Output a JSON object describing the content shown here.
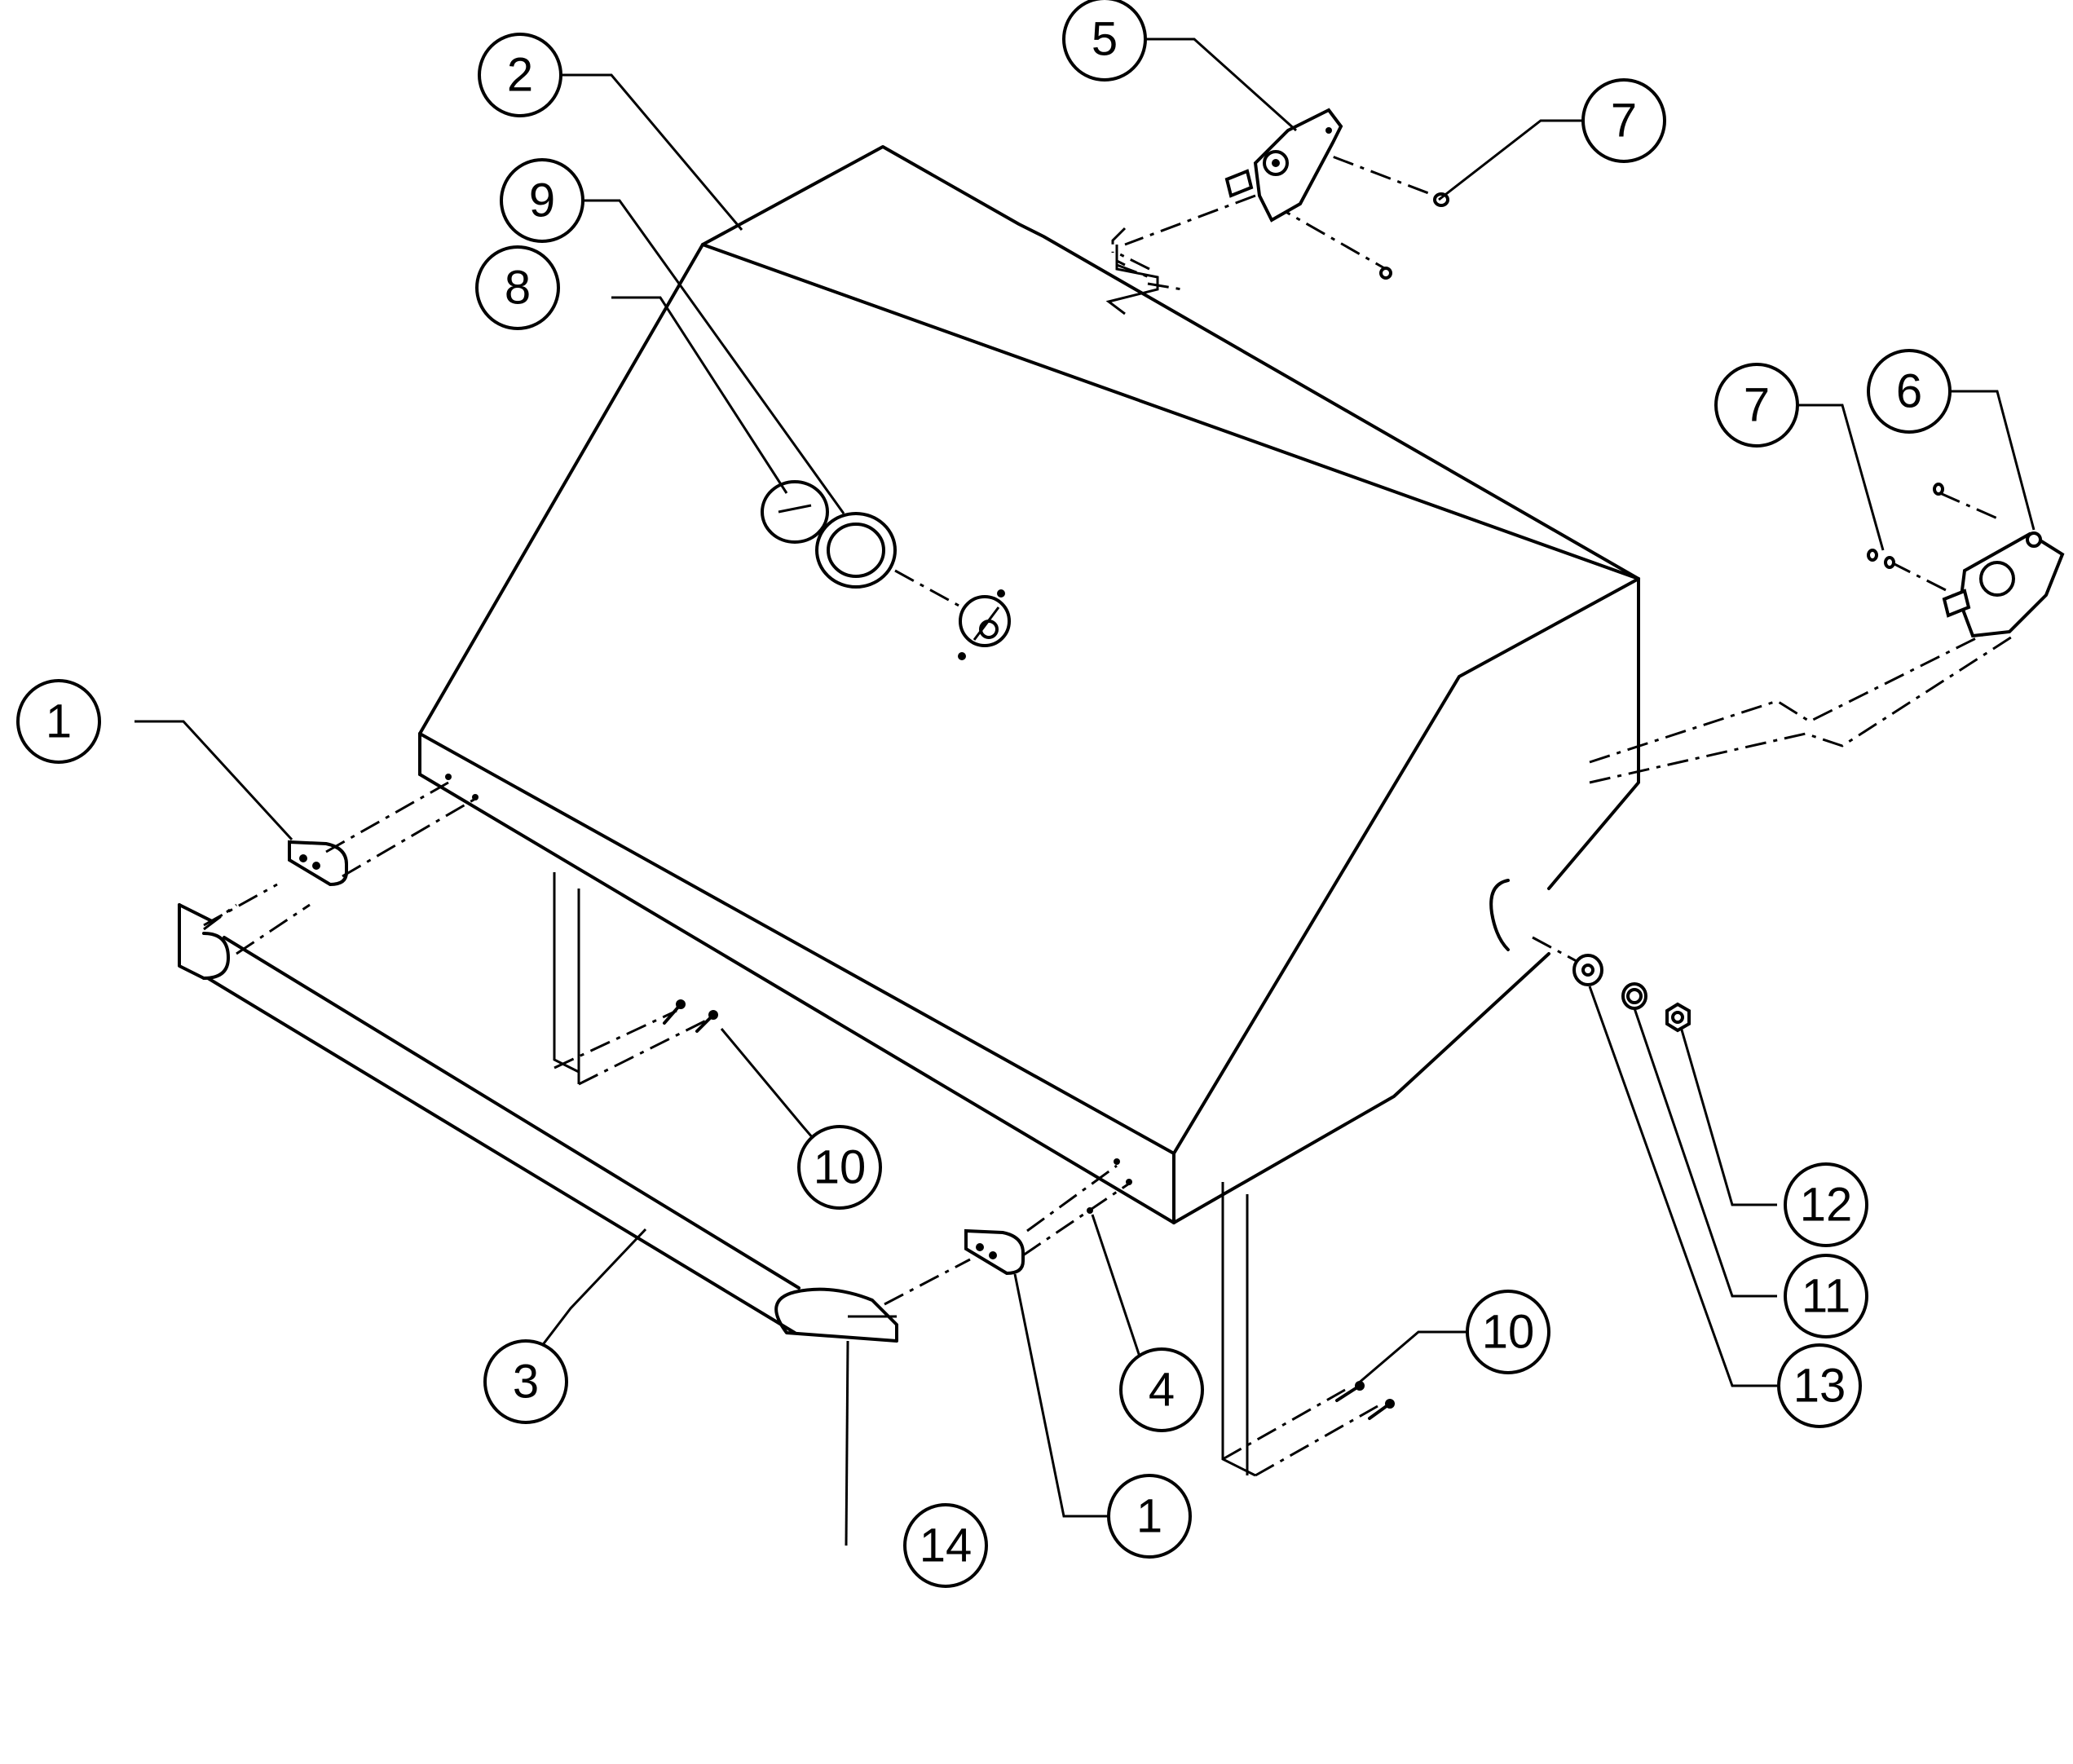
{
  "callouts": {
    "c1_left": "1",
    "c2": "2",
    "c3": "3",
    "c4": "4",
    "c5": "5",
    "c6": "6",
    "c7_top": "7",
    "c7_right": "7",
    "c8": "8",
    "c9": "9",
    "c10_mid": "10",
    "c10_bottom": "10",
    "c11": "11",
    "c12": "12",
    "c13": "13",
    "c14": "14",
    "c1_bottom": "1"
  },
  "colors": {
    "ink": "#000000",
    "paper": "#ffffff"
  }
}
